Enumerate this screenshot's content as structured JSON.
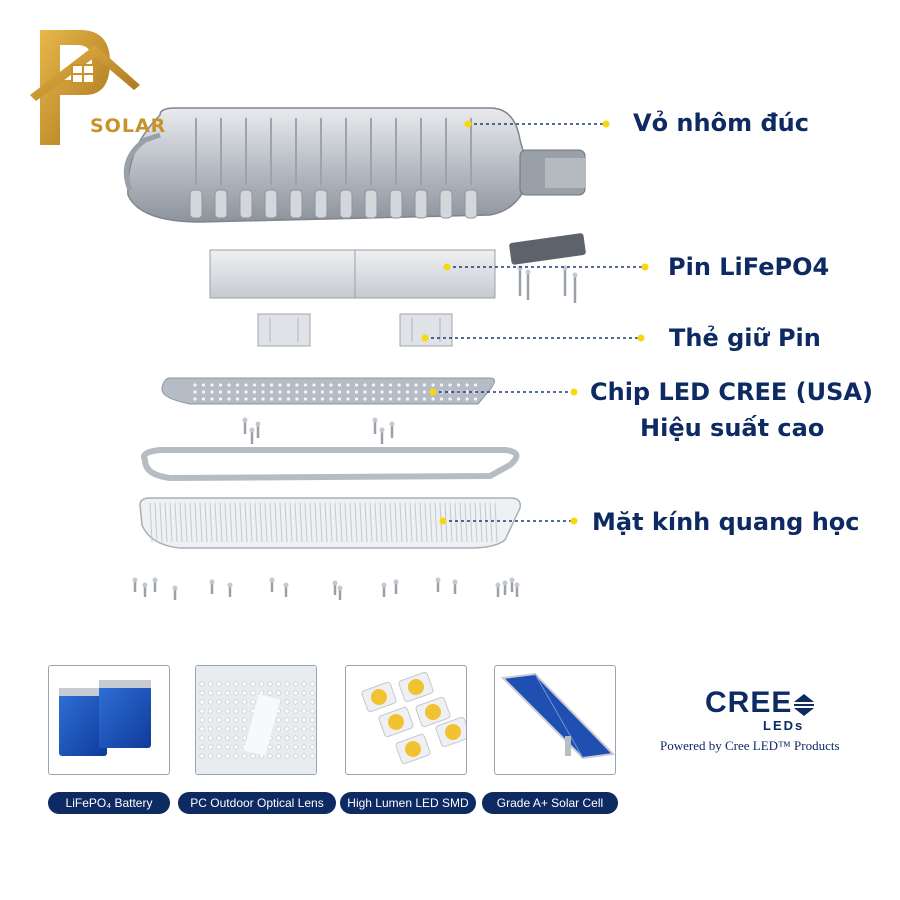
{
  "brand": {
    "logo_letter": "P",
    "logo_word": "SOLAR",
    "gold": "#c9912a"
  },
  "callouts": [
    {
      "id": "housing",
      "text": "Vỏ nhôm đúc"
    },
    {
      "id": "battery",
      "text": "Pin LiFePO4"
    },
    {
      "id": "holder",
      "text": "Thẻ giữ Pin"
    },
    {
      "id": "chip",
      "text": "Chip LED CREE (USA)",
      "text2": "Hiệu suất cao"
    },
    {
      "id": "lens",
      "text": "Mặt kính quang học"
    }
  ],
  "features": [
    {
      "label": "LiFePO₄ Battery",
      "icon": "battery-cells-icon"
    },
    {
      "label": "PC Outdoor Optical Lens",
      "icon": "optical-lens-icon"
    },
    {
      "label": "High Lumen LED SMD",
      "icon": "led-chips-icon"
    },
    {
      "label": "Grade A+ Solar Cell",
      "icon": "solar-panel-icon"
    }
  ],
  "cree": {
    "word": "CREE",
    "leds": "LEDs",
    "powered": "Powered by Cree LED™ Products"
  },
  "colors": {
    "navy": "#0d2a63",
    "line": "#1f3a70",
    "dot": "#f5d90a"
  }
}
